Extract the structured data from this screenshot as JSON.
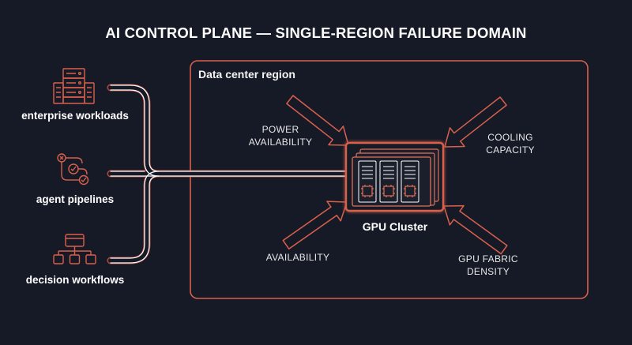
{
  "title": "AI CONTROL PLANE — SINGLE-REGION FAILURE DOMAIN",
  "region": {
    "label": "Data center region"
  },
  "sources": [
    {
      "label": "enterprise workloads",
      "icon": "server-rack-icon"
    },
    {
      "label": "agent pipelines",
      "icon": "pipeline-flow-icon"
    },
    {
      "label": "decision workflows",
      "icon": "hierarchy-tree-icon"
    }
  ],
  "factors": {
    "power": "POWER AVAILABILITY",
    "cooling": "COOLING CAPACITY",
    "availability": "AVAILABILITY",
    "fabric": "GPU FABRIC DENSITY"
  },
  "cluster": {
    "label": "GPU Cluster",
    "icon": "gpu-server-icon"
  },
  "colors": {
    "background": "#151a26",
    "accent": "#d9604c",
    "text": "#ffffff"
  }
}
